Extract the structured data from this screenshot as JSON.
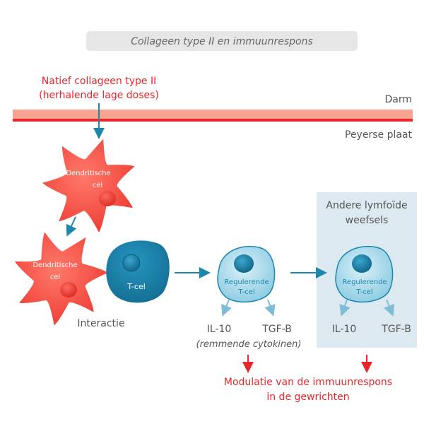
{
  "title": "Collageen type II en immuunrespons",
  "input_label": {
    "line1": "Natief collageen type II",
    "line2": "(herhalende lage doses)"
  },
  "layers": {
    "gut": "Darm",
    "patch": "Peyerse plaat"
  },
  "dendritic_cell": {
    "line1": "Dendritische",
    "line2": "cel"
  },
  "t_cell": "T-cel",
  "interaction": "Interactie",
  "regulatory_cell": {
    "line1": "Regulerende",
    "line2": "T-cel"
  },
  "other_tissues": {
    "line1": "Andere lymfoïde",
    "line2": "weefsels"
  },
  "cytokines": {
    "il10": "IL-10",
    "tgfb": "TGF-B",
    "note": "(remmende cytokinen)"
  },
  "outcome": {
    "line1": "Modulatie van de immuunrespons",
    "line2": "in de gewrichten"
  },
  "colors": {
    "red": "#e8262a",
    "teal": "#1c86ac",
    "light_blue": "#a9d9ea",
    "box": "#dce9f1"
  }
}
